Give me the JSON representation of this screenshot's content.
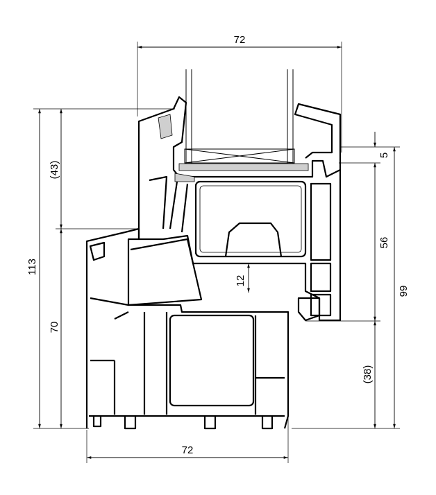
{
  "drawing": {
    "dimensions": {
      "top_width": "72",
      "bottom_width": "72",
      "total_height": "113",
      "upper_left": "(43)",
      "lower_left": "70",
      "glass_rebate": "5",
      "sash_height": "56",
      "right_total": "99",
      "lower_right": "(38)",
      "overlap": "12"
    }
  }
}
